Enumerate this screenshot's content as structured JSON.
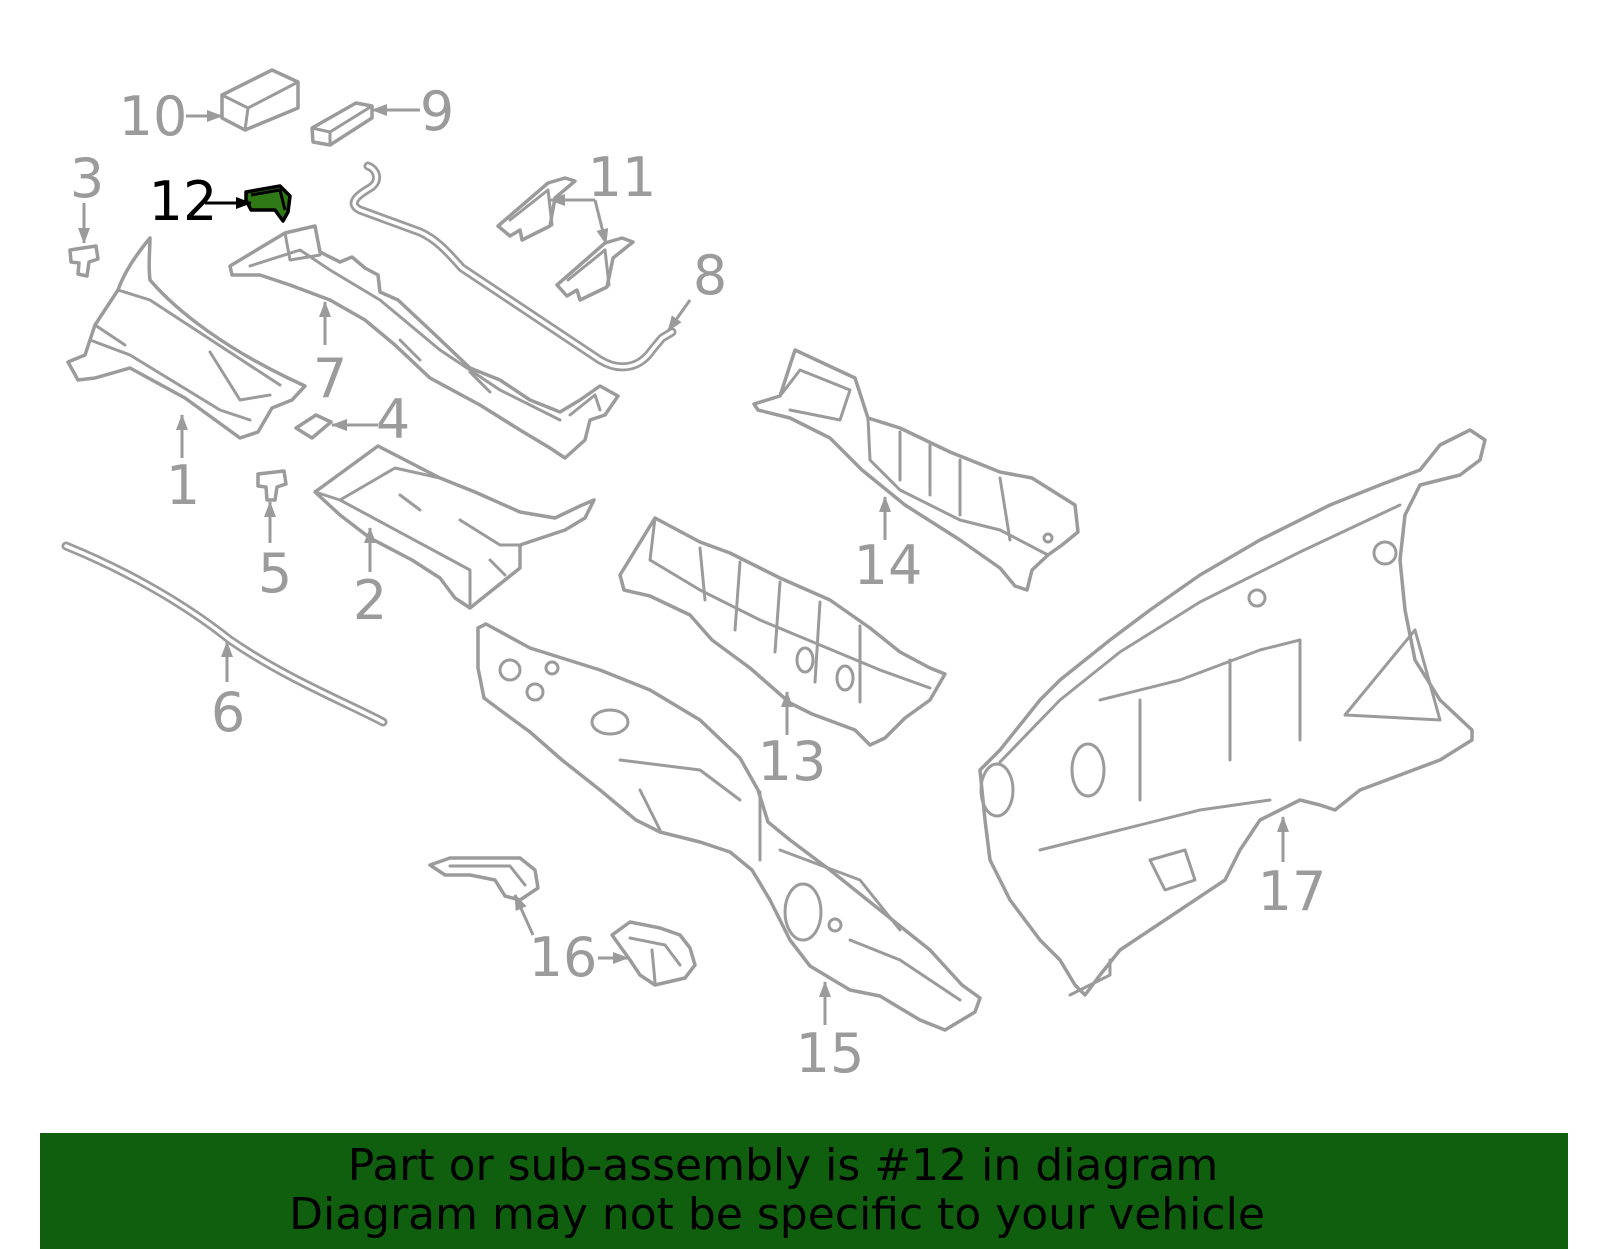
{
  "diagram": {
    "callouts": {
      "c1": "1",
      "c2": "2",
      "c3": "3",
      "c4": "4",
      "c5": "5",
      "c6": "6",
      "c7": "7",
      "c8": "8",
      "c9": "9",
      "c10": "10",
      "c11": "11",
      "c12": "12",
      "c13": "13",
      "c14": "14",
      "c15": "15",
      "c16": "16",
      "c17": "17"
    }
  },
  "banner": {
    "line1": "Part or sub-assembly is #12 in diagram",
    "line2": "Diagram may not be specific to your vehicle"
  },
  "colors": {
    "part_stroke": "#9b9b9b",
    "label_color": "#9b9b9b",
    "highlight_fill": "#2f7a17",
    "highlight_label": "#000000",
    "banner_bg": "#0f5f0f",
    "banner_text": "#000000"
  }
}
